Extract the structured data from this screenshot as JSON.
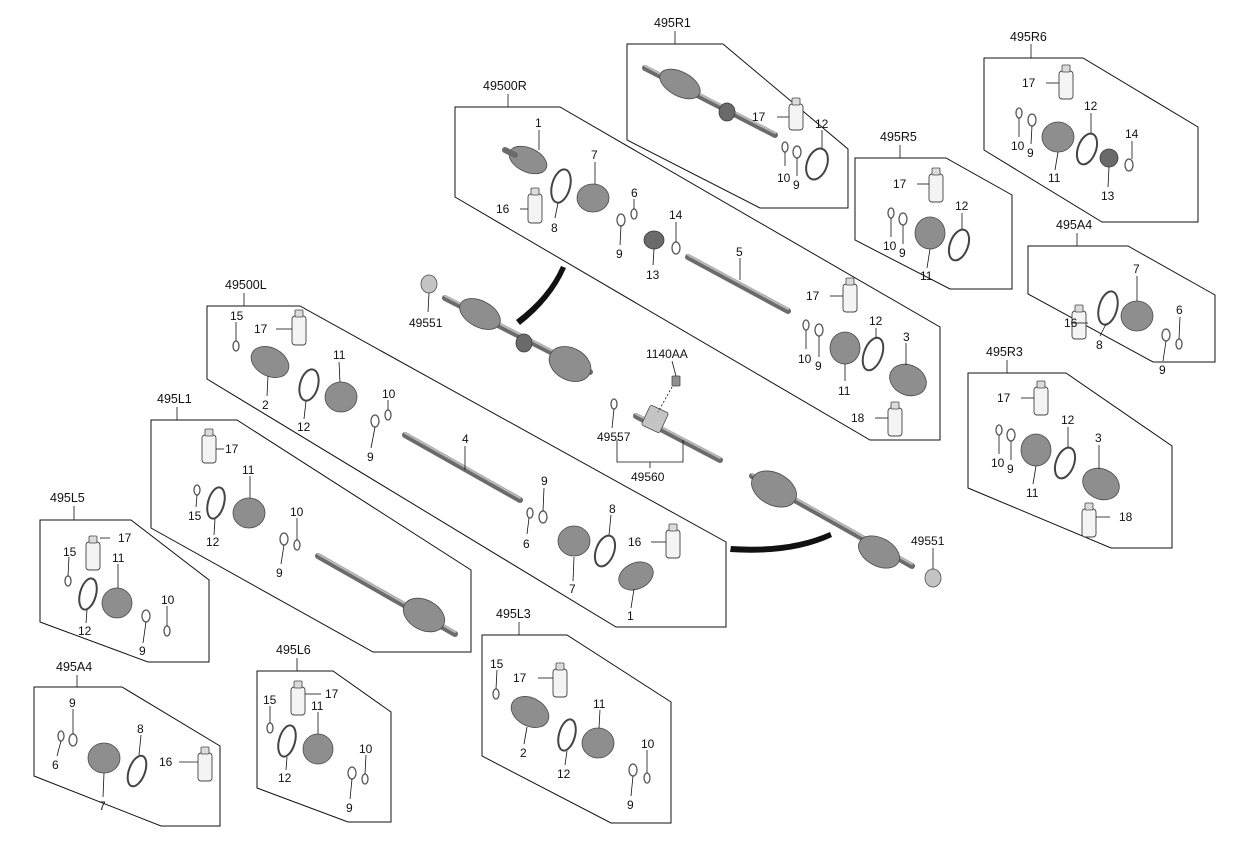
{
  "diagram": {
    "groups": {
      "g495R1": "495R1",
      "g49500R": "49500R",
      "g495R6": "495R6",
      "g495R5": "495R5",
      "g495A4_right": "495A4",
      "g495R3": "495R3",
      "g49500L": "49500L",
      "g495L1": "495L1",
      "g495L5": "495L5",
      "g495A4_left": "495A4",
      "g495L6": "495L6",
      "g495L3": "495L3"
    },
    "parts": {
      "p1": "1",
      "p2": "2",
      "p3": "3",
      "p4": "4",
      "p5": "5",
      "p6": "6",
      "p7": "7",
      "p8": "8",
      "p9": "9",
      "p10": "10",
      "p11": "11",
      "p12": "12",
      "p13": "13",
      "p14": "14",
      "p15": "15",
      "p16": "16",
      "p17": "17",
      "p18": "18"
    },
    "center_parts": {
      "p49551": "49551",
      "p1140AA": "1140AA",
      "p49557": "49557",
      "p49560": "49560"
    },
    "colors": {
      "line": "#111111",
      "part_fill": "#8e8e8e",
      "background": "#ffffff"
    }
  }
}
